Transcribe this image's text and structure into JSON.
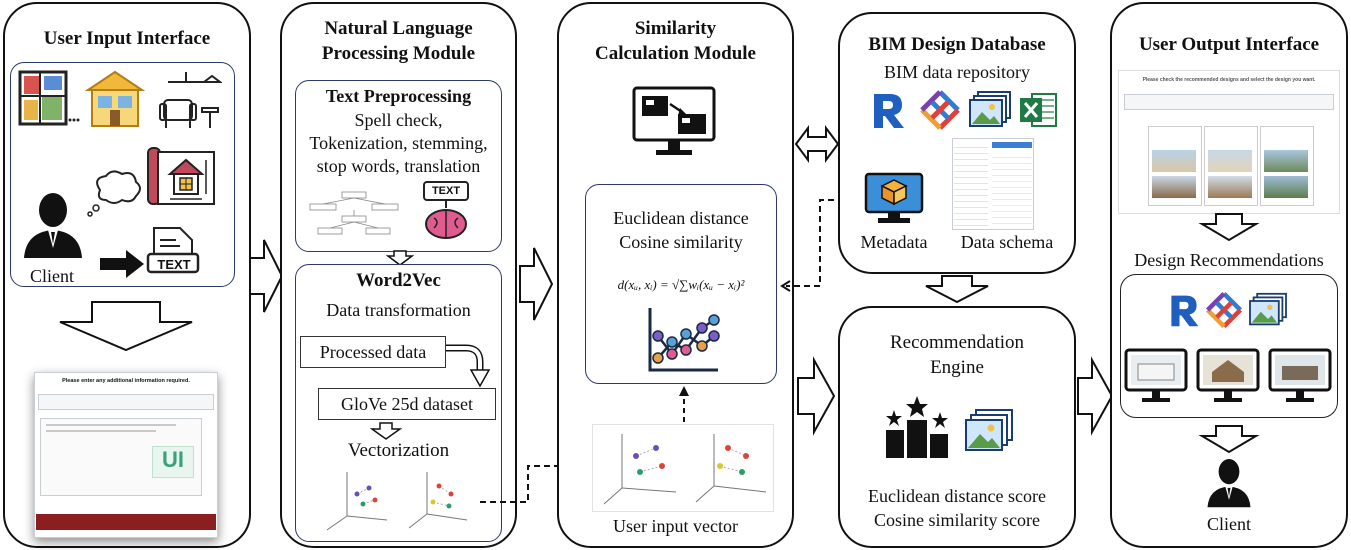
{
  "panels": {
    "input": {
      "title": "User Input Interface",
      "client_label": "Client",
      "text_icon": "TEXT",
      "screenshot": {
        "header": "Please enter any additional information required.",
        "badge": "UI"
      }
    },
    "nlp": {
      "title_line1": "Natural Language",
      "title_line2": "Processing Module",
      "preprocessing": {
        "title": "Text Preprocessing",
        "line1": "Spell check,",
        "line2": "Tokenization, stemming,",
        "line3": "stop words, translation",
        "icon_text": "TEXT"
      },
      "word2vec": {
        "title": "Word2Vec",
        "subtitle": "Data transformation",
        "processed": "Processed data",
        "glove": "GloVe 25d dataset",
        "vectorization": "Vectorization"
      }
    },
    "similarity": {
      "title_line1": "Similarity",
      "title_line2": "Calculation Module",
      "measures_line1": "Euclidean distance",
      "measures_line2": "Cosine similarity",
      "formula": "d(xᵤ, xᵢ) = √∑wᵢ(xᵤ − xᵢ)²",
      "user_vector": "User input vector"
    },
    "bim": {
      "title": "BIM Design Database",
      "repository": "BIM data repository",
      "metadata": "Metadata",
      "schema": "Data schema"
    },
    "engine": {
      "title_line1": "Recommendation",
      "title_line2": "Engine",
      "score1": "Euclidean distance score",
      "score2": "Cosine similarity score"
    },
    "output": {
      "title": "User Output Interface",
      "screenshot_header": "Please check the recommended designs and select the design you want.",
      "recommendations": "Design Recommendations",
      "client_label": "Client"
    }
  },
  "colors": {
    "border": "#111111",
    "box_border": "#2b3a6b",
    "revit_blue": "#1f5fbf",
    "excel_green": "#1e7b45",
    "monitor_blue": "#3a8fd8",
    "chart_dark": "#1a2a44"
  },
  "icons": [
    "floor-plan-icon",
    "house-icon",
    "furniture-icon",
    "blueprint-icon",
    "thought-bubble-icon",
    "client-icon",
    "arrow-icon",
    "text-document-icon",
    "brain-icon",
    "monitor-network-icon",
    "chart-icon",
    "revit-icon",
    "ifc-icon",
    "image-icon",
    "excel-icon",
    "metadata-monitor-icon",
    "podium-icon",
    "monitor-icon"
  ]
}
